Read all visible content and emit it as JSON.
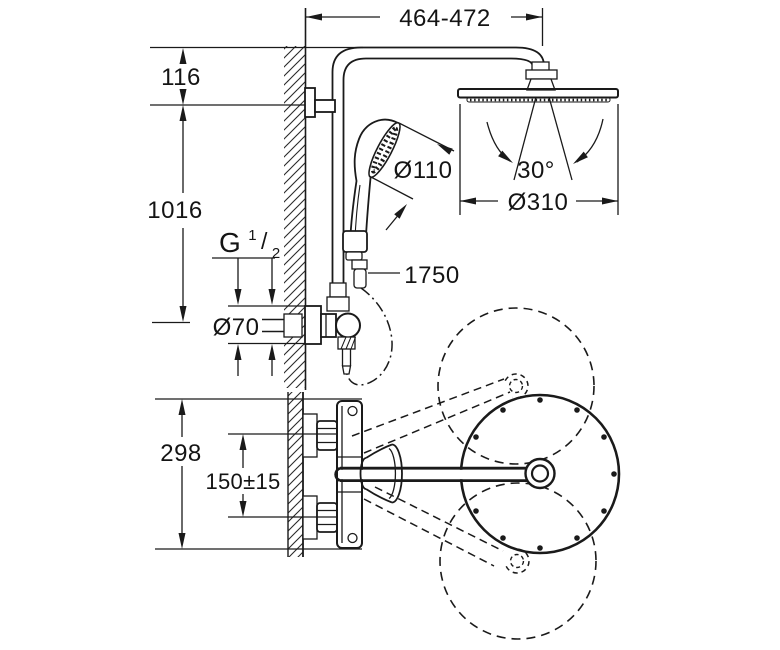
{
  "drawing": {
    "title": "shower-system-technical-drawing",
    "side_view": {
      "width_range": "464-472",
      "arm_drop": "116",
      "riser_height": "1016",
      "thread": {
        "prefix": "G",
        "numerator": "1",
        "slash": "/",
        "denominator": "2"
      },
      "hand_shower_diameter": "Ø110",
      "spray_angle": "30°",
      "head_shower_diameter": "Ø310",
      "hose_length": "1750",
      "rosette_diameter": "Ø70"
    },
    "plan_view": {
      "total_depth": "298",
      "projection": "150±15"
    },
    "colors": {
      "line": "#1a1a1a",
      "background": "#ffffff"
    }
  }
}
